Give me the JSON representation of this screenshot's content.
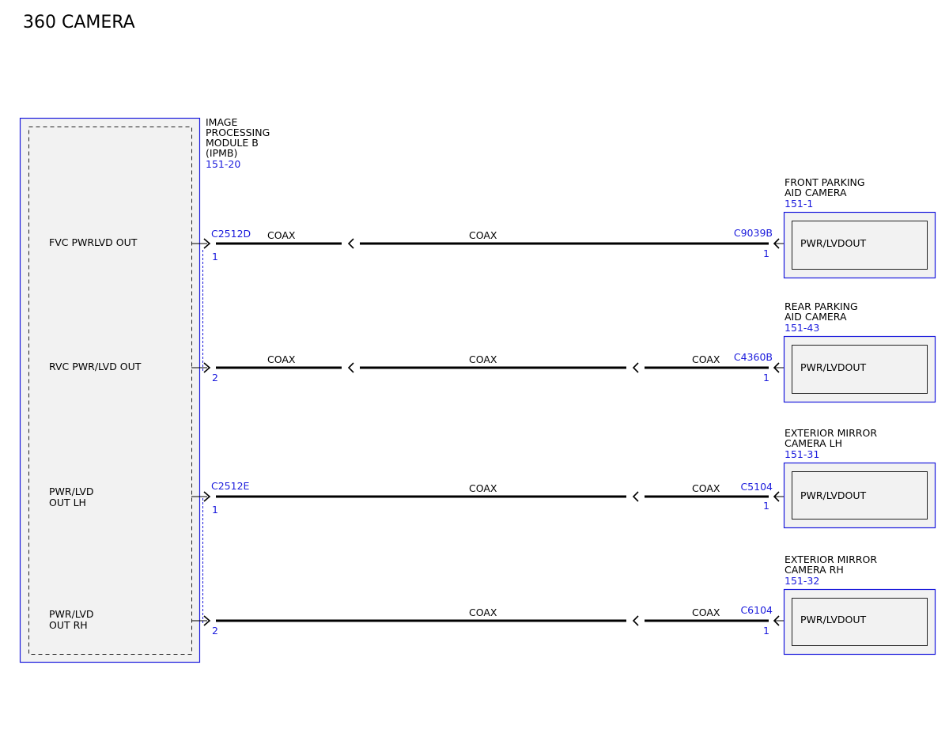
{
  "title": "360 CAMERA",
  "colors": {
    "component_outline": "#1a1adc",
    "component_fill": "#f2f2f2",
    "wire": "#000000",
    "ref_text": "#1a1adc"
  },
  "module": {
    "name_lines": [
      "IMAGE",
      "PROCESSING",
      "MODULE B",
      "(IPMB)"
    ],
    "ref": "151-20",
    "pins": [
      {
        "label_lines": [
          "FVC PWRLVD OUT"
        ]
      },
      {
        "label_lines": [
          "RVC PWR/LVD OUT"
        ]
      },
      {
        "label_lines": [
          "PWR/LVD",
          "OUT LH"
        ]
      },
      {
        "label_lines": [
          "PWR/LVD",
          "OUT RH"
        ]
      }
    ]
  },
  "circuits": [
    {
      "module_connector": "C2512D",
      "module_pin": "1",
      "wire_labels": [
        "COAX",
        "COAX"
      ],
      "device_connector": "C9039B",
      "device_pin": "1",
      "device_name_lines": [
        "FRONT PARKING",
        "AID CAMERA"
      ],
      "device_ref": "151-1",
      "device_pin_label": "PWR/LVDOUT"
    },
    {
      "module_connector": "",
      "module_pin": "2",
      "wire_labels": [
        "COAX",
        "COAX",
        "COAX"
      ],
      "device_connector": "C4360B",
      "device_pin": "1",
      "device_name_lines": [
        "REAR PARKING",
        "AID CAMERA"
      ],
      "device_ref": "151-43",
      "device_pin_label": "PWR/LVDOUT"
    },
    {
      "module_connector": "C2512E",
      "module_pin": "1",
      "wire_labels": [
        "COAX",
        "COAX"
      ],
      "device_connector": "C5104",
      "device_pin": "1",
      "device_name_lines": [
        "EXTERIOR MIRROR",
        "CAMERA LH"
      ],
      "device_ref": "151-31",
      "device_pin_label": "PWR/LVDOUT"
    },
    {
      "module_connector": "",
      "module_pin": "2",
      "wire_labels": [
        "COAX",
        "COAX"
      ],
      "device_connector": "C6104",
      "device_pin": "1",
      "device_name_lines": [
        "EXTERIOR MIRROR",
        "CAMERA RH"
      ],
      "device_ref": "151-32",
      "device_pin_label": "PWR/LVDOUT"
    }
  ]
}
